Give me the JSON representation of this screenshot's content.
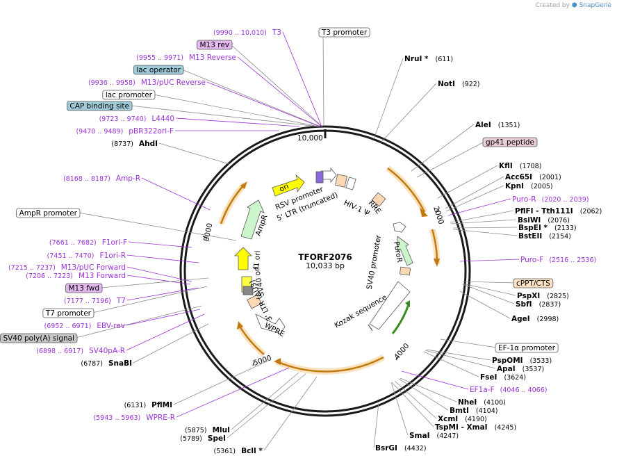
{
  "credit": {
    "prefix": "Created by",
    "brand": "SnapGene"
  },
  "plasmid": {
    "name": "TFORF2076",
    "size_label": "10,033 bp",
    "size_bp": 10033
  },
  "ticks": [
    {
      "bp": 10000,
      "label": "10,000"
    },
    {
      "bp": 2000,
      "label": "2000"
    },
    {
      "bp": 4000,
      "label": "4000"
    },
    {
      "bp": 5000,
      "label": "5000"
    },
    {
      "bp": 8000,
      "label": "8000"
    }
  ],
  "right_labels": [
    {
      "name": "NruI *",
      "coord": "(611)",
      "kind": "enzyme"
    },
    {
      "name": "NotI",
      "coord": "(922)",
      "kind": "enzyme"
    },
    {
      "name": "AleI",
      "coord": "(1351)",
      "kind": "enzyme"
    },
    {
      "name": "gp41 peptide",
      "kind": "box",
      "fill": "#e8ccd7"
    },
    {
      "name": "KflI",
      "coord": "(1708)",
      "kind": "enzyme"
    },
    {
      "name": "Acc65I",
      "coord": "(2001)",
      "kind": "enzyme"
    },
    {
      "name": "KpnI",
      "coord": "(2005)",
      "kind": "enzyme"
    },
    {
      "name": "Puro-R",
      "coord": "(2020 .. 2039)",
      "kind": "primer"
    },
    {
      "name": "PflFI  - Tth111I",
      "coord": "(2062)",
      "kind": "enzyme"
    },
    {
      "name": "BsiWI",
      "coord": "(2076)",
      "kind": "enzyme"
    },
    {
      "name": "BspEI *",
      "coord": "(2133)",
      "kind": "enzyme"
    },
    {
      "name": "BstEII",
      "coord": "(2154)",
      "kind": "enzyme"
    },
    {
      "name": "Puro-F",
      "coord": "(2516 .. 2536)",
      "kind": "primer"
    },
    {
      "name": "cPPT/CTS",
      "kind": "box",
      "fill": "#fde3c6"
    },
    {
      "name": "PspXI",
      "coord": "(2825)",
      "kind": "enzyme"
    },
    {
      "name": "SbfI",
      "coord": "(2837)",
      "kind": "enzyme"
    },
    {
      "name": "AgeI",
      "coord": "(2998)",
      "kind": "enzyme"
    },
    {
      "name": "EF-1α promoter",
      "kind": "box",
      "fill": "#ffffff"
    },
    {
      "name": "PspOMI",
      "coord": "(3533)",
      "kind": "enzyme"
    },
    {
      "name": "ApaI",
      "coord": "(3537)",
      "kind": "enzyme"
    },
    {
      "name": "FseI",
      "coord": "(3624)",
      "kind": "enzyme"
    },
    {
      "name": "EF1a-F",
      "coord": "(4046 .. 4066)",
      "kind": "primer"
    },
    {
      "name": "NheI",
      "coord": "(4100)",
      "kind": "enzyme"
    },
    {
      "name": "BmtI",
      "coord": "(4104)",
      "kind": "enzyme"
    },
    {
      "name": "XcmI",
      "coord": "(4190)",
      "kind": "enzyme"
    },
    {
      "name": "TspMI  - XmaI",
      "coord": "(4245)",
      "kind": "enzyme"
    },
    {
      "name": "SmaI",
      "coord": "(4247)",
      "kind": "enzyme"
    },
    {
      "name": "BsrGI",
      "coord": "(4432)",
      "kind": "enzyme"
    }
  ],
  "left_labels": [
    {
      "name": "T3",
      "coord": "(9990 .. 10,010)",
      "kind": "primer"
    },
    {
      "name": "T3 promoter",
      "kind": "box",
      "fill": "#ffffff"
    },
    {
      "name": "M13 rev",
      "kind": "box",
      "fill": "#e3b8ee"
    },
    {
      "name": "M13 Reverse",
      "coord": "(9955 .. 9971)",
      "kind": "primer"
    },
    {
      "name": "lac operator",
      "kind": "box",
      "fill": "#9fcbd8"
    },
    {
      "name": "M13/pUC Reverse",
      "coord": "(9936 .. 9958)",
      "kind": "primer"
    },
    {
      "name": "lac promoter",
      "kind": "box",
      "fill": "#ffffff"
    },
    {
      "name": "CAP binding site",
      "kind": "box",
      "fill": "#9fcbd8"
    },
    {
      "name": "L4440",
      "coord": "(9723 .. 9740)",
      "kind": "primer"
    },
    {
      "name": "pBR322ori-F",
      "coord": "(9470 .. 9489)",
      "kind": "primer"
    },
    {
      "name": "AhdI",
      "coord": "(8737)",
      "kind": "enzyme"
    },
    {
      "name": "Amp-R",
      "coord": "(8168 .. 8187)",
      "kind": "primer"
    },
    {
      "name": "AmpR promoter",
      "kind": "box",
      "fill": "#ffffff"
    },
    {
      "name": "F1ori-F",
      "coord": "(7661 .. 7682)",
      "kind": "primer"
    },
    {
      "name": "F1ori-R",
      "coord": "(7451 .. 7470)",
      "kind": "primer"
    },
    {
      "name": "M13/pUC Forward",
      "coord": "(7215 .. 7237)",
      "kind": "primer"
    },
    {
      "name": "M13 Forward",
      "coord": "(7206 .. 7223)",
      "kind": "primer"
    },
    {
      "name": "M13 fwd",
      "kind": "box",
      "fill": "#e3b8ee"
    },
    {
      "name": "T7",
      "coord": "(7177 .. 7196)",
      "kind": "primer"
    },
    {
      "name": "T7 promoter",
      "kind": "box",
      "fill": "#ffffff"
    },
    {
      "name": "EBV-rev",
      "coord": "(6952 .. 6971)",
      "kind": "primer"
    },
    {
      "name": "SV40 poly(A) signal",
      "kind": "box",
      "fill": "#c8c8c8"
    },
    {
      "name": "SV40pA-R",
      "coord": "(6898 .. 6917)",
      "kind": "primer"
    },
    {
      "name": "SnaBI",
      "coord": "(6787)",
      "kind": "enzyme"
    },
    {
      "name": "PflMI",
      "coord": "(6131)",
      "kind": "enzyme"
    },
    {
      "name": "WPRE-R",
      "coord": "(5943 .. 5963)",
      "kind": "primer"
    },
    {
      "name": "MluI",
      "coord": "(5875)",
      "kind": "enzyme"
    },
    {
      "name": "SpeI",
      "coord": "(5789)",
      "kind": "enzyme"
    },
    {
      "name": "BclI *",
      "coord": "(5361)",
      "kind": "enzyme"
    }
  ],
  "features": [
    {
      "name": "ori",
      "fill": "#ffff00"
    },
    {
      "name": "RSV promoter"
    },
    {
      "name": "5' LTR (truncated)"
    },
    {
      "name": "HIV-1 Ψ"
    },
    {
      "name": "RRE"
    },
    {
      "name": "AmpR",
      "fill": "#ccf5cc"
    },
    {
      "name": "f1 ori",
      "fill": "#ffff00"
    },
    {
      "name": "SV40 ori"
    },
    {
      "name": "3' LTR (ΔU3)"
    },
    {
      "name": "WPRE"
    },
    {
      "name": "PuroR",
      "fill": "#ccf5cc"
    },
    {
      "name": "SV40 promoter"
    },
    {
      "name": "Kozak sequence"
    }
  ],
  "colors": {
    "primer": "#9b30d9",
    "orf_arc": "#e6a020",
    "enzyme_line": "#888888",
    "backbone": "#1a1a1a",
    "peach": "#fcd8b4"
  }
}
